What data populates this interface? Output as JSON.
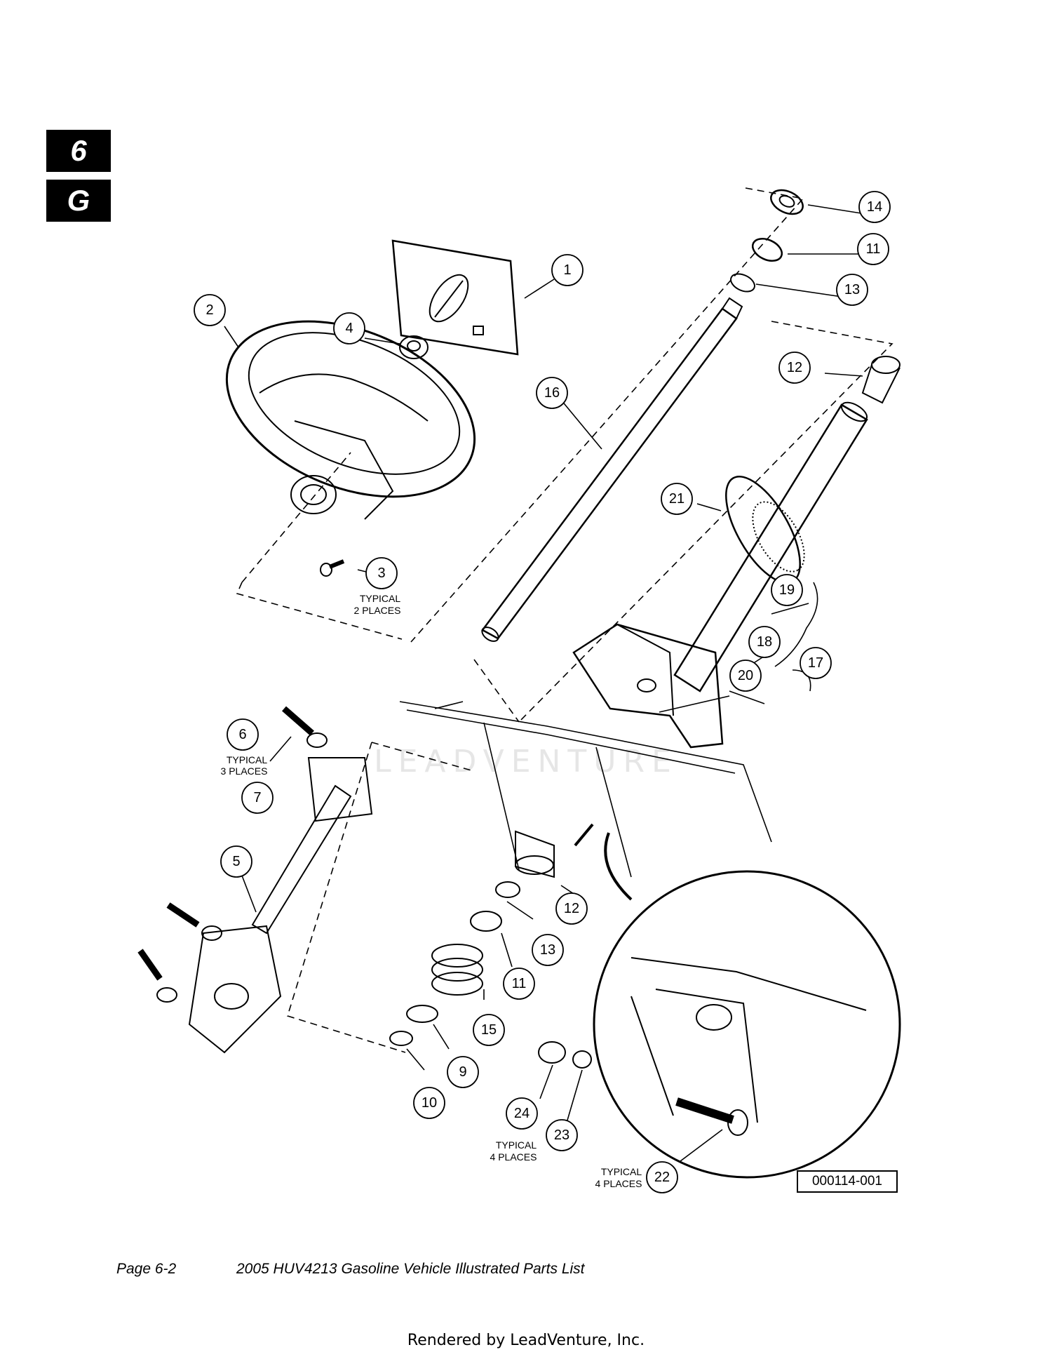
{
  "section_tab": {
    "number": "6",
    "letter": "G"
  },
  "callouts": [
    {
      "id": "c1",
      "label": "1"
    },
    {
      "id": "c2",
      "label": "2"
    },
    {
      "id": "c3",
      "label": "3"
    },
    {
      "id": "c4",
      "label": "4"
    },
    {
      "id": "c5",
      "label": "5"
    },
    {
      "id": "c6",
      "label": "6"
    },
    {
      "id": "c7",
      "label": "7"
    },
    {
      "id": "c9",
      "label": "9"
    },
    {
      "id": "c10",
      "label": "10"
    },
    {
      "id": "c11a",
      "label": "11"
    },
    {
      "id": "c11b",
      "label": "11"
    },
    {
      "id": "c12a",
      "label": "12"
    },
    {
      "id": "c12b",
      "label": "12"
    },
    {
      "id": "c13a",
      "label": "13"
    },
    {
      "id": "c13b",
      "label": "13"
    },
    {
      "id": "c14",
      "label": "14"
    },
    {
      "id": "c15",
      "label": "15"
    },
    {
      "id": "c16",
      "label": "16"
    },
    {
      "id": "c17",
      "label": "17"
    },
    {
      "id": "c18",
      "label": "18"
    },
    {
      "id": "c19",
      "label": "19"
    },
    {
      "id": "c20",
      "label": "20"
    },
    {
      "id": "c21",
      "label": "21"
    },
    {
      "id": "c22",
      "label": "22"
    },
    {
      "id": "c23",
      "label": "23"
    },
    {
      "id": "c24",
      "label": "24"
    }
  ],
  "notes": {
    "typical_2_line1": "TYPICAL",
    "typical_2_line2": "2 PLACES",
    "typical_3_line1": "TYPICAL",
    "typical_3_line2": "3 PLACES",
    "typical_4a_line1": "TYPICAL",
    "typical_4a_line2": "4 PLACES",
    "typical_4b_line1": "TYPICAL",
    "typical_4b_line2": "4 PLACES"
  },
  "figure_id": "000114-001",
  "watermark": "LEADVENTURE",
  "footer": {
    "page": "Page 6-2",
    "title": "2005 HUV4213 Gasoline Vehicle Illustrated Parts List",
    "rendered_by": "Rendered by LeadVenture, Inc."
  }
}
